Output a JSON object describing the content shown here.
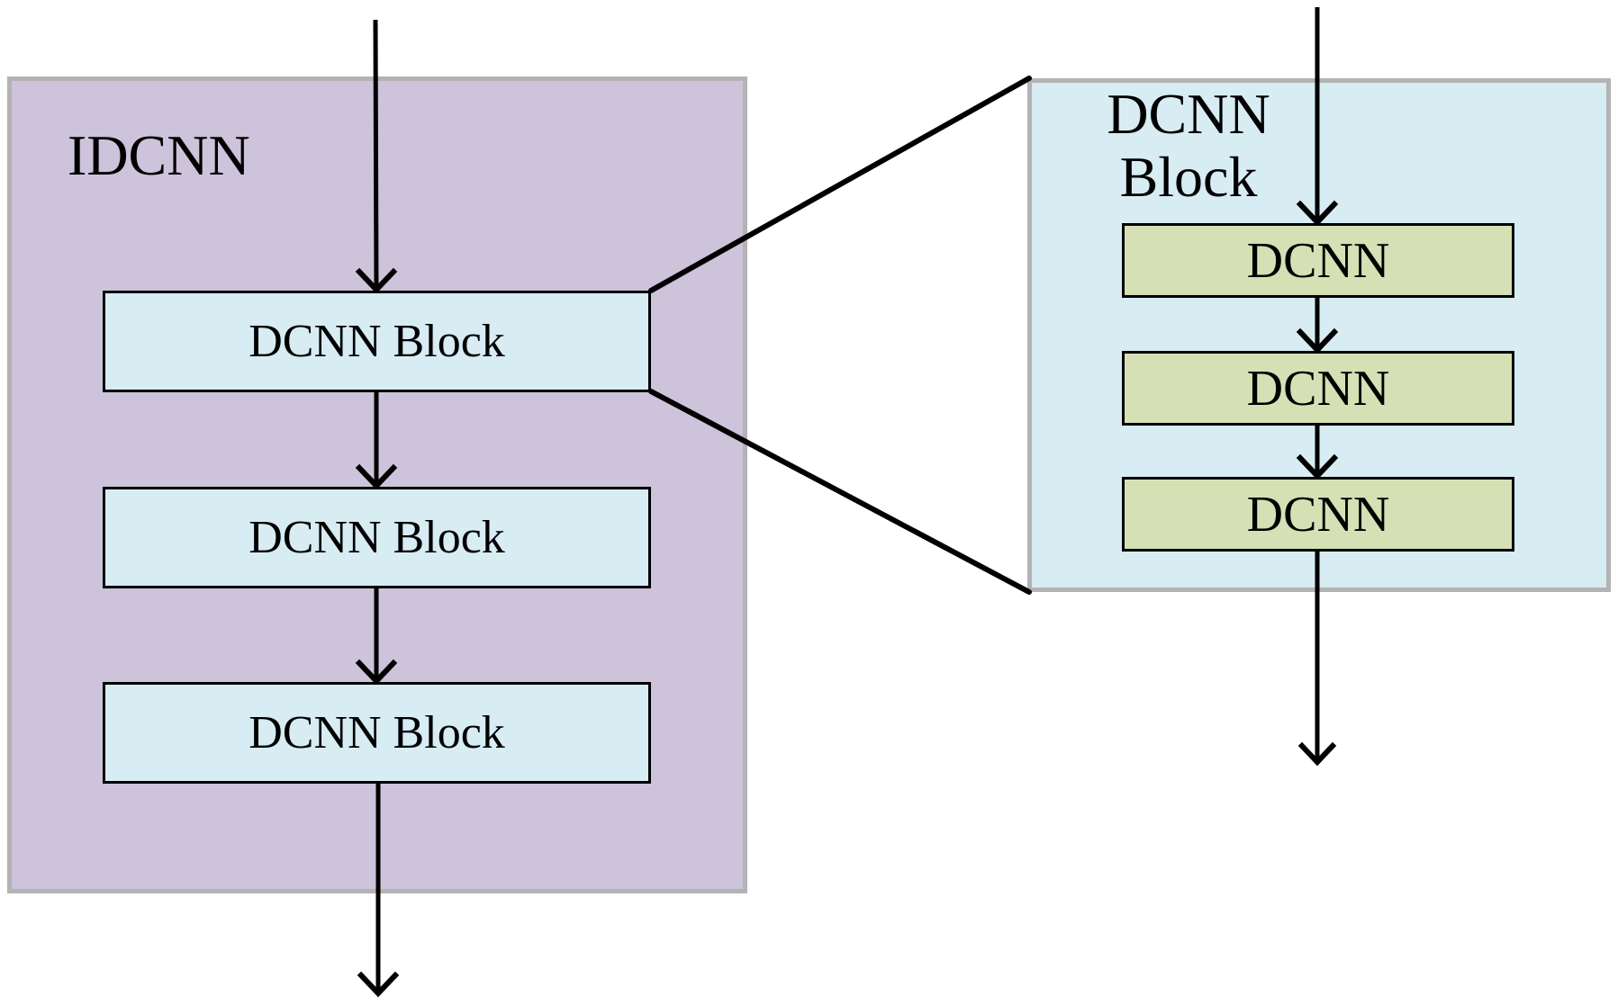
{
  "diagram": {
    "left_panel": {
      "title": "IDCNN",
      "boxes": [
        "DCNN Block",
        "DCNN Block",
        "DCNN Block"
      ]
    },
    "right_panel": {
      "title_lines": [
        "DCNN",
        "Block"
      ],
      "boxes": [
        "DCNN",
        "DCNN",
        "DCNN"
      ]
    }
  },
  "colors": {
    "panel-purple": "#cdc3da",
    "box-blue": "#d7ecf3",
    "box-green": "#d5e0b5",
    "panel-border": "#b3b3b3",
    "line": "#000000"
  }
}
